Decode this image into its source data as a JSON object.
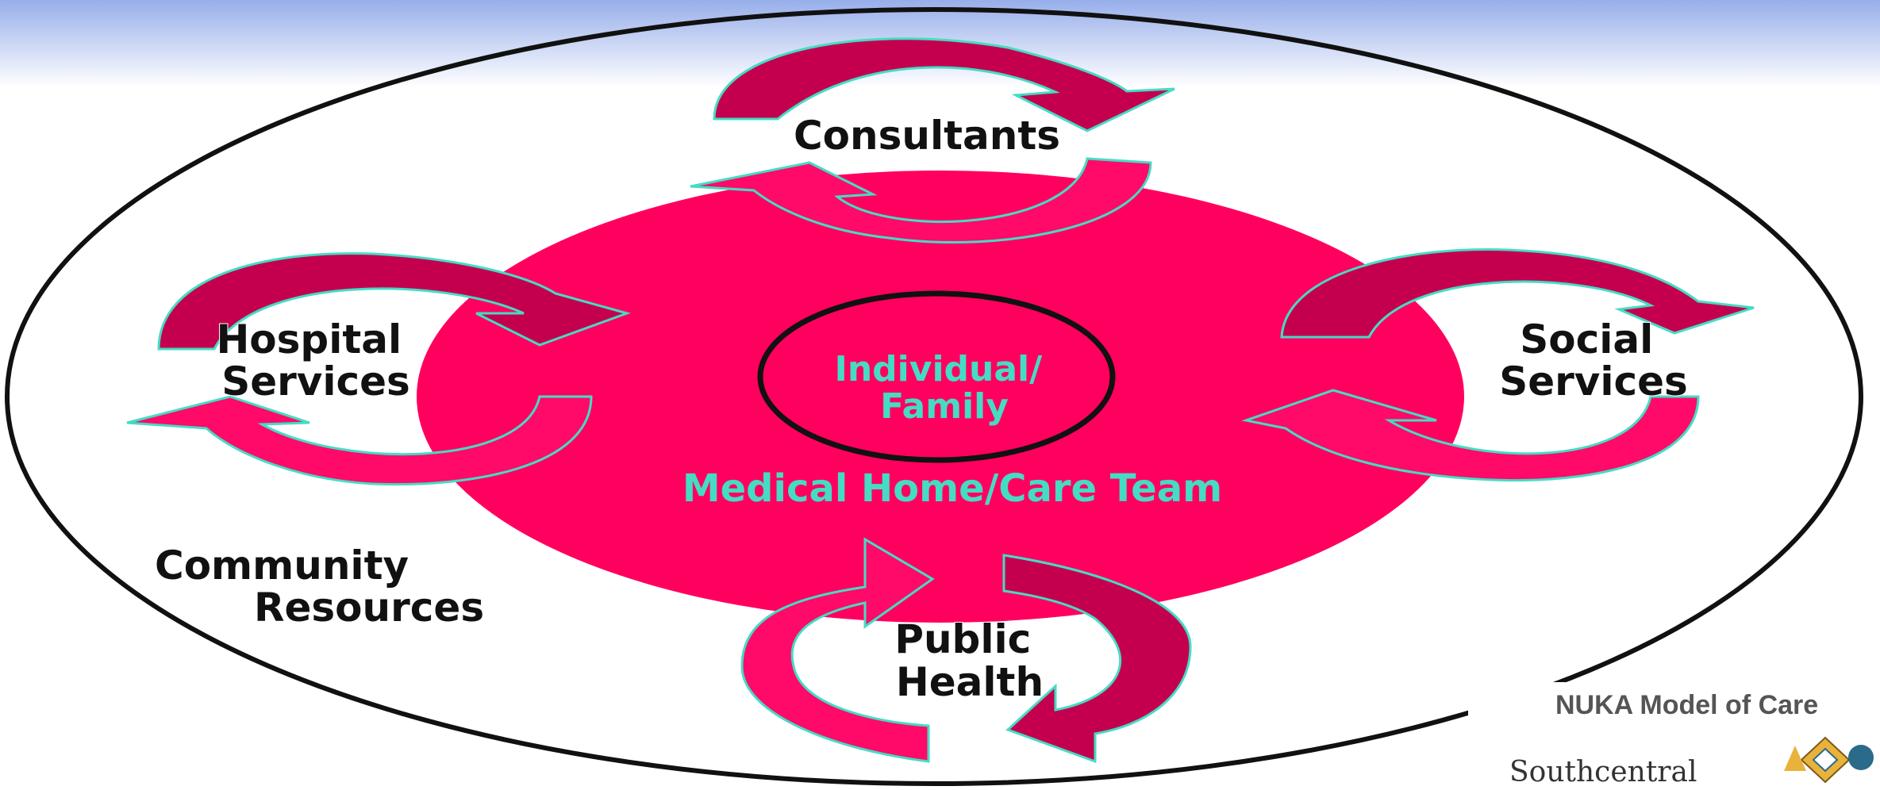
{
  "diagram": {
    "center": {
      "individual": [
        "Individual/",
        "Family"
      ],
      "team": "Medical Home/Care Team"
    },
    "nodes": {
      "consultants": [
        "Consultants"
      ],
      "hospital": [
        "Hospital",
        "Services"
      ],
      "social": [
        "Social",
        "Services"
      ],
      "public_health": [
        "Public",
        "Health"
      ],
      "community": [
        "Community",
        "Resources"
      ]
    },
    "colors": {
      "circle": "#ff005f",
      "arrow_light": "#ff0a68",
      "arrow_dark": "#c4004e",
      "outline": "#45dcc4",
      "teal_text": "#45dcc4",
      "header_gradient_top": "#97aeea"
    }
  },
  "footer": {
    "title": "NUKA Model of Care",
    "org": "Southcentral"
  }
}
